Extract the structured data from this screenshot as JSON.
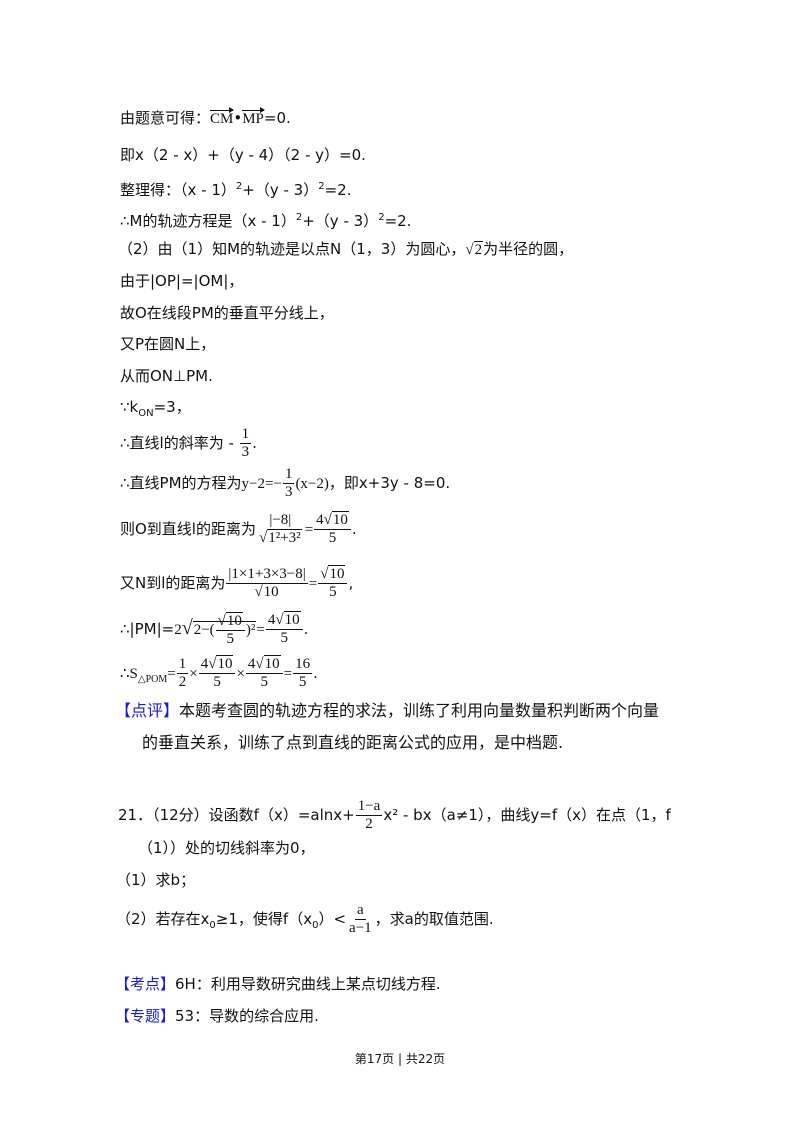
{
  "lines": {
    "l1_prefix": "由题意可得：",
    "l1_vec1": "CM",
    "l1_dot": "•",
    "l1_vec2": "MP",
    "l1_suffix": "=0.",
    "l2": "即x（2 - x）+（y - 4）（2 - y）=0.",
    "l3a": "整理得：（x - 1）",
    "l3b": "+（y - 3）",
    "l3c": "=2.",
    "l4a": "∴M的轨迹方程是（x - 1）",
    "l4b": "+（y - 3）",
    "l4c": "=2.",
    "sq": "2",
    "l5a": "（2）由（1）知M的轨迹是以点N（1，3）为圆心，",
    "l5b": "为半径的圆，",
    "l6": "由于|OP|=|OM|，",
    "l7": "故O在线段PM的垂直平分线上，",
    "l8": "又P在圆N上，",
    "l9": "从而ON⊥PM.",
    "l10a": "∵k",
    "l10sub": "ON",
    "l10b": "=3，",
    "l11a": "∴直线l的斜率为 - ",
    "l11num": "1",
    "l11den": "3",
    "l11b": ".",
    "l12a": "∴直线PM的方程为",
    "l12b": "y−2=−",
    "l12num": "1",
    "l12den": "3",
    "l12c": "(x−2)",
    "l12d": "，即x+3y - 8=0.",
    "l13a": "则O到直线l的距离为",
    "l13num": "|−8|",
    "l13den": "1²+3²",
    "l13eq": "=",
    "l13num2": "4",
    "l13rad": "10",
    "l13den2": "5",
    "l13b": ".",
    "l14a": "又N到l的距离为",
    "l14num": "|1×1+3×3−8|",
    "l14den": "10",
    "l14eq": "=",
    "l14num2": "10",
    "l14den2": "5",
    "l14b": ",",
    "l15a": "∴|PM|=",
    "l15b": "2",
    "l15c": "2−(",
    "l15num": "10",
    "l15den": "5",
    "l15d": ")²",
    "l15eq": "=",
    "l15num2": "4",
    "l15rad2": "10",
    "l15den2": "5",
    "l15e": ".",
    "l16a": "∴S",
    "l16sub": "△POM",
    "l16eq": "=",
    "l16n1": "1",
    "l16d1": "2",
    "l16x": "×",
    "l16n2": "4",
    "l16r2": "10",
    "l16d2": "5",
    "l16n3": "4",
    "l16r3": "10",
    "l16d3": "5",
    "l16n4": "16",
    "l16d4": "5",
    "l16b": "."
  },
  "comment": {
    "tag": "【点评】",
    "line1": "本题考查圆的轨迹方程的求法，训练了利用向量数量积判断两个向量",
    "line2": "的垂直关系，训练了点到直线的距离公式的应用，是中档题."
  },
  "problem21": {
    "a": "21．（12分）设函数f（x）=alnx+",
    "num": "1−a",
    "den": "2",
    "b": "x² - bx（a≠1），曲线y=f（x）在点（1，f",
    "cont": "（1））处的切线斜率为0，",
    "q1": "（1）求b；",
    "q2a": "（2）若存在x",
    "q2sub": "0",
    "q2b": "≥1，使得f（x",
    "q2sub2": "0",
    "q2c": "）<",
    "q2num": "a",
    "q2den": "a−1",
    "q2d": "，求a的取值范围."
  },
  "kaodian": {
    "tag": "【考点】",
    "text": "6H：利用导数研究曲线上某点切线方程."
  },
  "zhuanti": {
    "tag": "【专题】",
    "text": "53：导数的综合应用."
  },
  "footer": {
    "current": "第17页",
    "sep": " | ",
    "total": "共22页"
  },
  "colors": {
    "tag": "#1a1ad0",
    "text": "#111111"
  }
}
